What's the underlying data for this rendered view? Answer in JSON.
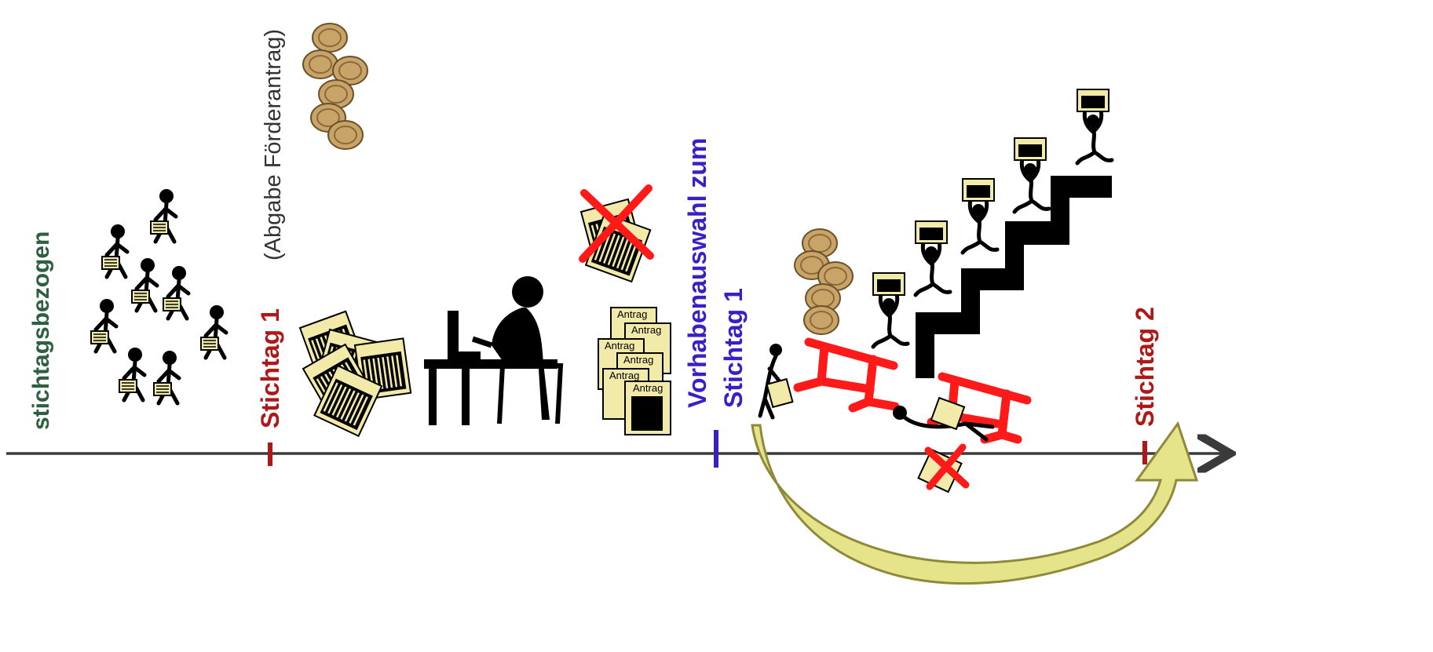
{
  "labels": {
    "stichtagsbezogen": "stichtagsbezogen",
    "stichtag1": "Stichtag 1",
    "abgabe": "(Abgabe Förderantrag)",
    "vorhabenauswahl": "Vorhabenauswahl zum",
    "vorhaben_stichtag": "Stichtag  1",
    "stichtag2": "Stichtag 2"
  },
  "form_text": "Antrag",
  "colors": {
    "green_label": "#2e5f40",
    "stichtag_red": "#b01818",
    "vorhaben_blue": "#3a1fc8",
    "axis": "#3a3a3a",
    "barrier_red": "#ff1a1a",
    "arrow_fill": "#e6e48a",
    "arrow_stroke": "#8e8a3a",
    "paper": "#f2eaa8",
    "coin": "#c9a469"
  },
  "icons": [
    "crowd-of-people-icon",
    "coin-stack-icon",
    "application-forms-icon",
    "person-at-computer-icon",
    "rejected-forms-icon",
    "staircase-climbers-icon",
    "barrier-icon",
    "curved-arrow-icon"
  ]
}
